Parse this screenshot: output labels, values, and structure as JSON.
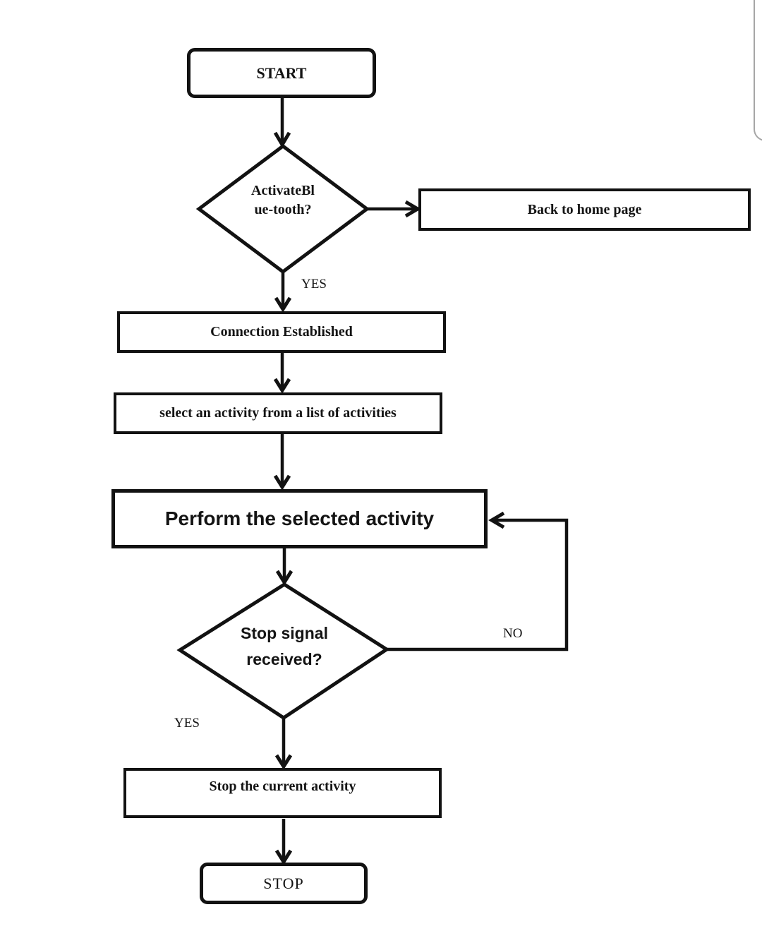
{
  "page": {
    "background": "#ffffff",
    "line_color": "#121212",
    "scrollbar_color": "#a6a6a6"
  },
  "flowchart": {
    "nodes": {
      "start": {
        "type": "terminator",
        "label": "START"
      },
      "activate_bluetooth": {
        "type": "decision",
        "line1": "ActivateBl",
        "line2": "ue-tooth?"
      },
      "back_home": {
        "type": "process",
        "label": "Back to home page"
      },
      "connection": {
        "type": "process",
        "label": "Connection Established"
      },
      "select_activity": {
        "type": "process",
        "label": "select an activity from a list of activities"
      },
      "perform": {
        "type": "process",
        "label": "Perform the selected activity"
      },
      "stop_signal": {
        "type": "decision",
        "line1": "Stop signal",
        "line2": "received?"
      },
      "stop_activity": {
        "type": "process",
        "label": "Stop the current activity"
      },
      "stop": {
        "type": "terminator",
        "label": "STOP"
      }
    },
    "edge_labels": {
      "yes_bluetooth": "YES",
      "no_loop": "NO",
      "yes_stop": "YES"
    }
  }
}
